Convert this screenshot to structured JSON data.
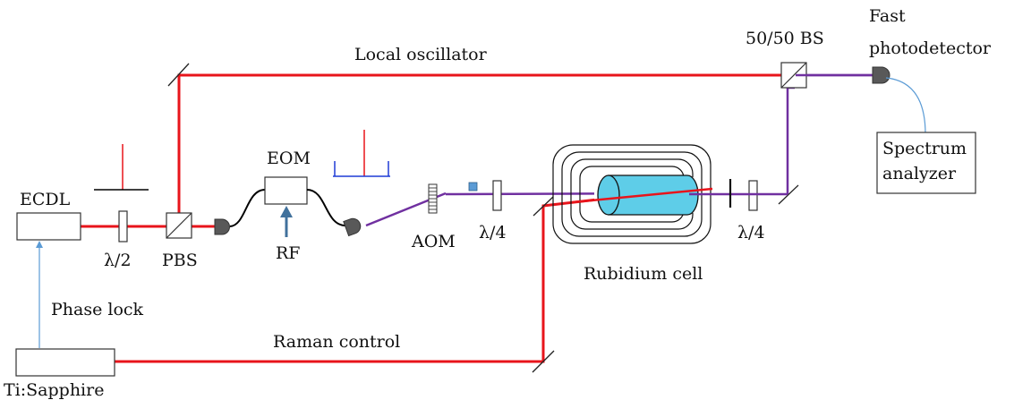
{
  "labels": {
    "ecdl": "ECDL",
    "half_wave": "λ/2",
    "pbs": "PBS",
    "eom": "EOM",
    "rf": "RF",
    "aom": "AOM",
    "quarter_wave_1": "λ/4",
    "quarter_wave_2": "λ/4",
    "rubidium_cell": "Rubidium cell",
    "local_oscillator": "Local oscillator",
    "bs_5050": "50/50 BS",
    "fast_pd_line1": "Fast",
    "fast_pd_line2": "photodetector",
    "spectrum_line1": "Spectrum",
    "spectrum_line2": "analyzer",
    "phase_lock": "Phase lock",
    "raman_control": "Raman control",
    "ti_sapphire": "Ti:Sapphire"
  },
  "colors": {
    "red_beam": "#e8141b",
    "purple_beam": "#7030a0",
    "fiber_blue": "#5b9bd5",
    "cell_fill": "#5ecde8",
    "rf_arrow": "#41719c",
    "sideband_blue": "#1f3bd6",
    "detector_fill": "#595959"
  }
}
